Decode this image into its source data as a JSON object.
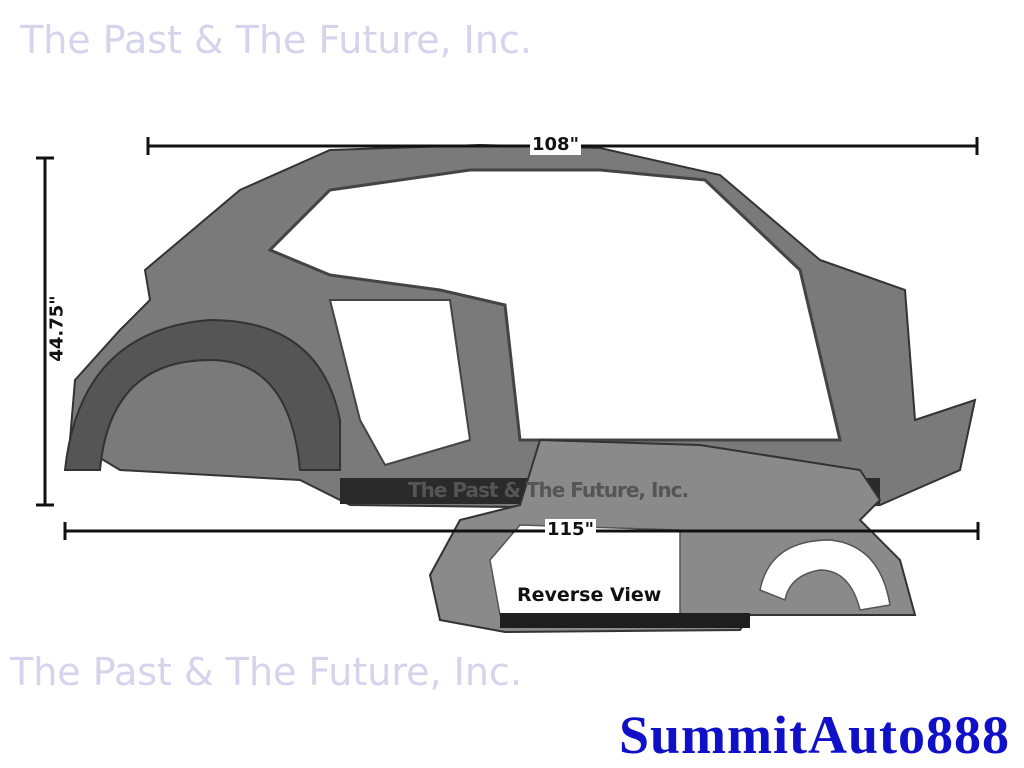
{
  "watermark": "The Past & The Future, Inc.",
  "dimensions": {
    "top_length": "108\"",
    "height": "44.75\"",
    "bottom_length": "115\""
  },
  "reverse_view_label": "Reverse View",
  "part_stamp": "The Past & The Future, Inc.",
  "brand": "SummitAuto888",
  "colors": {
    "brand": "#1010c8",
    "watermark": "#d4d4ec",
    "panel": "#6e6e6e"
  }
}
